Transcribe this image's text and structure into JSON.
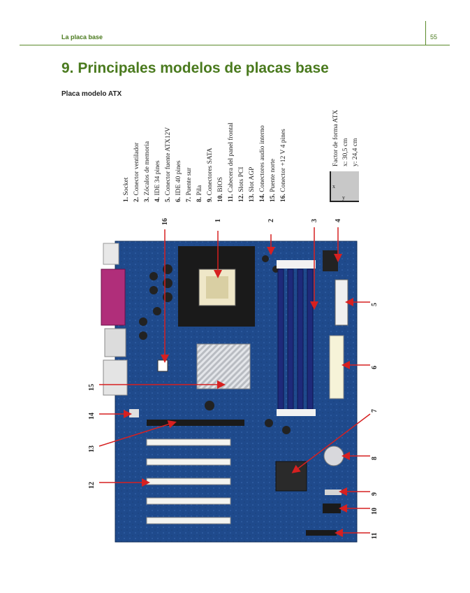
{
  "running_head": "La placa base",
  "page_number": "55",
  "heading": "9. Principales modelos de placas base",
  "subheading": "Placa modelo ATX",
  "legend": [
    {
      "num": "1.",
      "text": "Socket"
    },
    {
      "num": "2.",
      "text": "Conector ventilador"
    },
    {
      "num": "3.",
      "text": "Zócalos de memoria"
    },
    {
      "num": "4.",
      "text": "IDE 34 pines"
    },
    {
      "num": "5.",
      "text": "Conector fuente ATX12V"
    },
    {
      "num": "6.",
      "text": "IDE 40 pines"
    },
    {
      "num": "7.",
      "text": "Puente sur"
    },
    {
      "num": "8.",
      "text": "Pila"
    },
    {
      "num": "9.",
      "text": "Conectores SATA"
    },
    {
      "num": "10.",
      "text": "BIOS"
    },
    {
      "num": "11.",
      "text": "Cabecera del panel frontal"
    },
    {
      "num": "12.",
      "text": "Slots PCI"
    },
    {
      "num": "13.",
      "text": "Slot AGP"
    },
    {
      "num": "14.",
      "text": "Conectores audio interno"
    },
    {
      "num": "15.",
      "text": "Puente norte"
    },
    {
      "num": "16.",
      "text": "Conector +12 V 4 pines"
    }
  ],
  "form_factor": {
    "title": "Factor de forma ATX",
    "x_value": "x: 30,5 cm",
    "y_value": "y: 24,4 cm",
    "x_axis": "x",
    "y_axis": "y"
  },
  "callouts": {
    "c1": "1",
    "c2": "2",
    "c3": "3",
    "c4": "4",
    "c5": "5",
    "c6": "6",
    "c7": "7",
    "c8": "8",
    "c9": "9",
    "c10": "10",
    "c11": "11",
    "c12": "12",
    "c13": "13",
    "c14": "14",
    "c15": "15",
    "c16": "16"
  },
  "colors": {
    "accent_green": "#4a7a1e",
    "board_blue": "#1f4a8c",
    "arrow_red": "#d62020"
  }
}
